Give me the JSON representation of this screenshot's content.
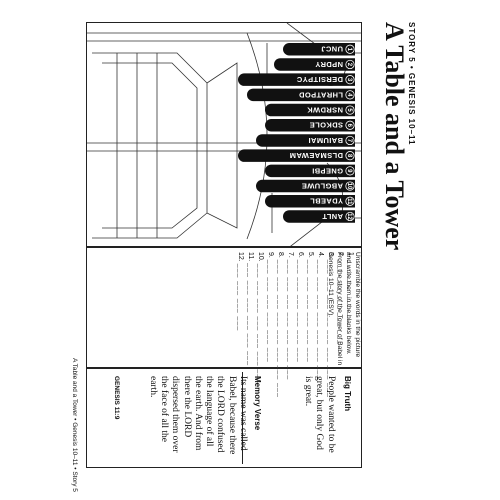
{
  "header": {
    "series": "STORY 5 • GENESIS 10–11",
    "title": "A Table and a Tower"
  },
  "puzzle": {
    "scrambled_words": [
      "UNCJ",
      "NPDRY",
      "DERSITPYC",
      "LHRATPOD",
      "NSRDWK",
      "SDKOLE",
      "BAIUMAI",
      "DLSMAEWAM",
      "GNEPBI",
      "ABGLUWE",
      "YDAEBL",
      "ANLT"
    ],
    "numbers": [
      "1",
      "2",
      "3",
      "4",
      "5",
      "6",
      "7",
      "8",
      "9",
      "10",
      "11",
      "12"
    ]
  },
  "instructions": "Unscramble the words in the picture and write them in the blanks below. From the story of the Tower of Babel in Genesis 10–11 (ESV).",
  "blanks": [
    "1.",
    "2.",
    "3.",
    "4.",
    "5.",
    "6.",
    "7.",
    "8.",
    "9.",
    "10.",
    "11.",
    "12."
  ],
  "big_truth": {
    "heading": "Big Truth",
    "text": "People wanted to be great, but only God is great."
  },
  "memory_verse": {
    "heading": "Memory Verse",
    "text": "Its name was called Babel, because there the LORD confused the language of all the earth. And from there the LORD dispersed them over the face of all the earth.",
    "reference": "GENESIS 11:9"
  },
  "footer": "A Table and a Tower • Genesis 10–11 • Story 5"
}
